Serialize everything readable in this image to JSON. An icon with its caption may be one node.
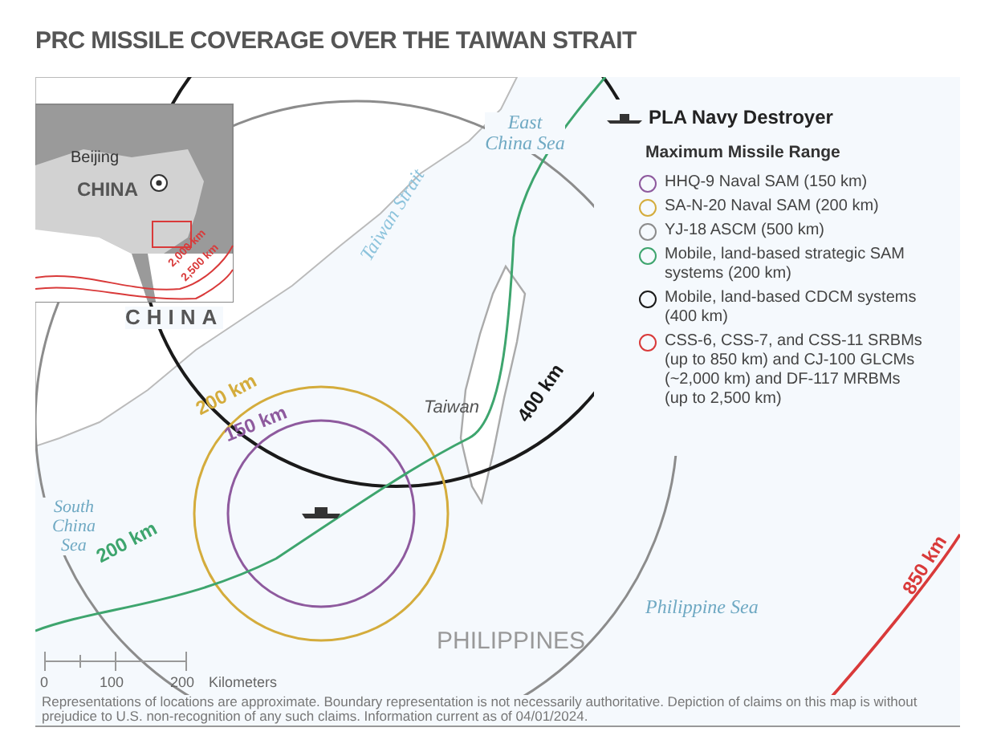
{
  "diagram": {
    "title": "PRC MISSILE COVERAGE OVER THE TAIWAN STRAIT",
    "labels": [
      "Beijing",
      "CHINA",
      "2,000 km",
      "2,500 km",
      "CHINA",
      "East China Sea",
      "Taiwan Strait",
      "Taiwan",
      "200 km",
      "150 km",
      "400 km",
      "South China Sea",
      "200 km",
      "PHILIPPINES",
      "Philippine Sea",
      "850 km",
      "0",
      "100",
      "200",
      "Kilometers",
      "Maximum Missile Range",
      "Representations of locations are approximate. Boundary representation is not necessarily authoritative. Depiction of claims on this map is without prejudice to U.S. non-recognition of any such claims. Information current as of 04/01/2024."
    ],
    "legend": [
      {
        "text": "PLA Navy Destroyer"
      },
      {
        "text": "HHQ-9 Naval SAM (150 km)",
        "color": "#8e5a9e"
      },
      {
        "text": "SA-N-20 Naval SAM (200 km)",
        "color": "#d4ac3c"
      },
      {
        "text": "YJ-18 ASCM (500 km)",
        "color": "#8c8c8c"
      },
      {
        "text": "Mobile, land-based strategic SAM systems (200 km)",
        "color": "#3ea56e"
      },
      {
        "text": "Mobile, land-based CDCM systems (400 km)",
        "color": "#1a1a1a"
      },
      {
        "text": "CSS-6, CSS-7, and CSS-11 SRBMs (up to 850 km) and CJ-100 GLCMs (~2,000 km) and DF-117 MRBMs (up to 2,500 km)",
        "color": "#d93a3a"
      }
    ]
  }
}
